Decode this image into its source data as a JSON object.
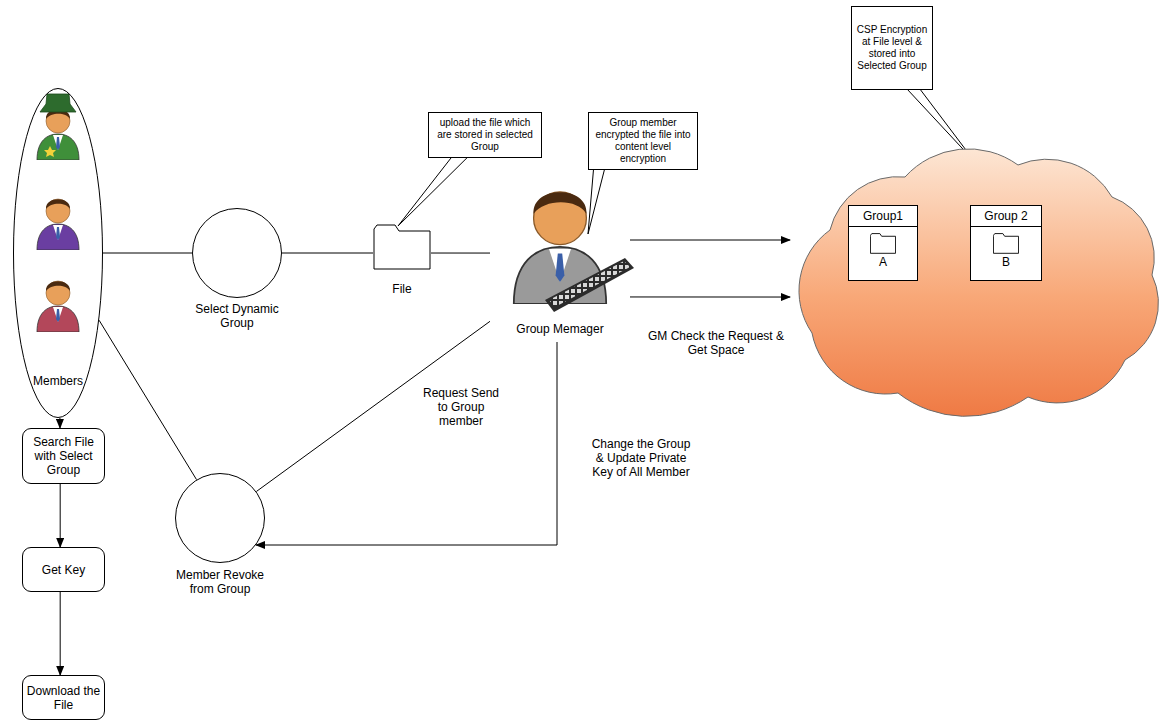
{
  "diagram": {
    "nodes": [
      {
        "text": [
          "Members"
        ]
      },
      {
        "text": [
          "Select Dynamic Group"
        ]
      },
      {
        "text": [
          "upload the file which are stored in selected Group"
        ]
      },
      {
        "text": [
          "File"
        ]
      },
      {
        "text": [
          "Group member encrypted the file into content level encryption"
        ]
      },
      {
        "text": [
          "Group Memager"
        ]
      },
      {
        "text": [
          "CSP Encryption at File level & stored into Selected Group"
        ]
      },
      {
        "text": []
      },
      {
        "text": [
          "Group1",
          "A"
        ],
        "in": 7
      },
      {
        "text": [
          "Group 2",
          "B"
        ],
        "in": 7
      },
      {
        "text": [
          "Member Revoke from Group"
        ]
      },
      {
        "text": [
          "Search File with Select Group"
        ]
      },
      {
        "text": [
          "Get Key"
        ]
      },
      {
        "text": [
          "Download the File"
        ]
      }
    ],
    "edges": [
      {
        "from": 0,
        "to": 1,
        "arrow": "none"
      },
      {
        "from": 1,
        "to": 3,
        "arrow": "none"
      },
      {
        "from": 3,
        "to": 5,
        "arrow": "none"
      },
      {
        "from": 5,
        "to": 7,
        "arrow": "to"
      },
      {
        "from": 5,
        "to": 7,
        "label": "GM Check the Request & Get Space",
        "arrow": "to"
      },
      {
        "from": 0,
        "to": 10,
        "arrow": "none"
      },
      {
        "from": 10,
        "to": 5,
        "label": "Request Send to Group member",
        "arrow": "none"
      },
      {
        "from": 5,
        "to": 10,
        "label": "Change the Group & Update Private Key of All Member",
        "arrow": "to"
      },
      {
        "from": 0,
        "to": 11,
        "arrow": "to"
      },
      {
        "from": 11,
        "to": 12,
        "arrow": "to"
      },
      {
        "from": 12,
        "to": 13,
        "arrow": "to"
      }
    ]
  }
}
